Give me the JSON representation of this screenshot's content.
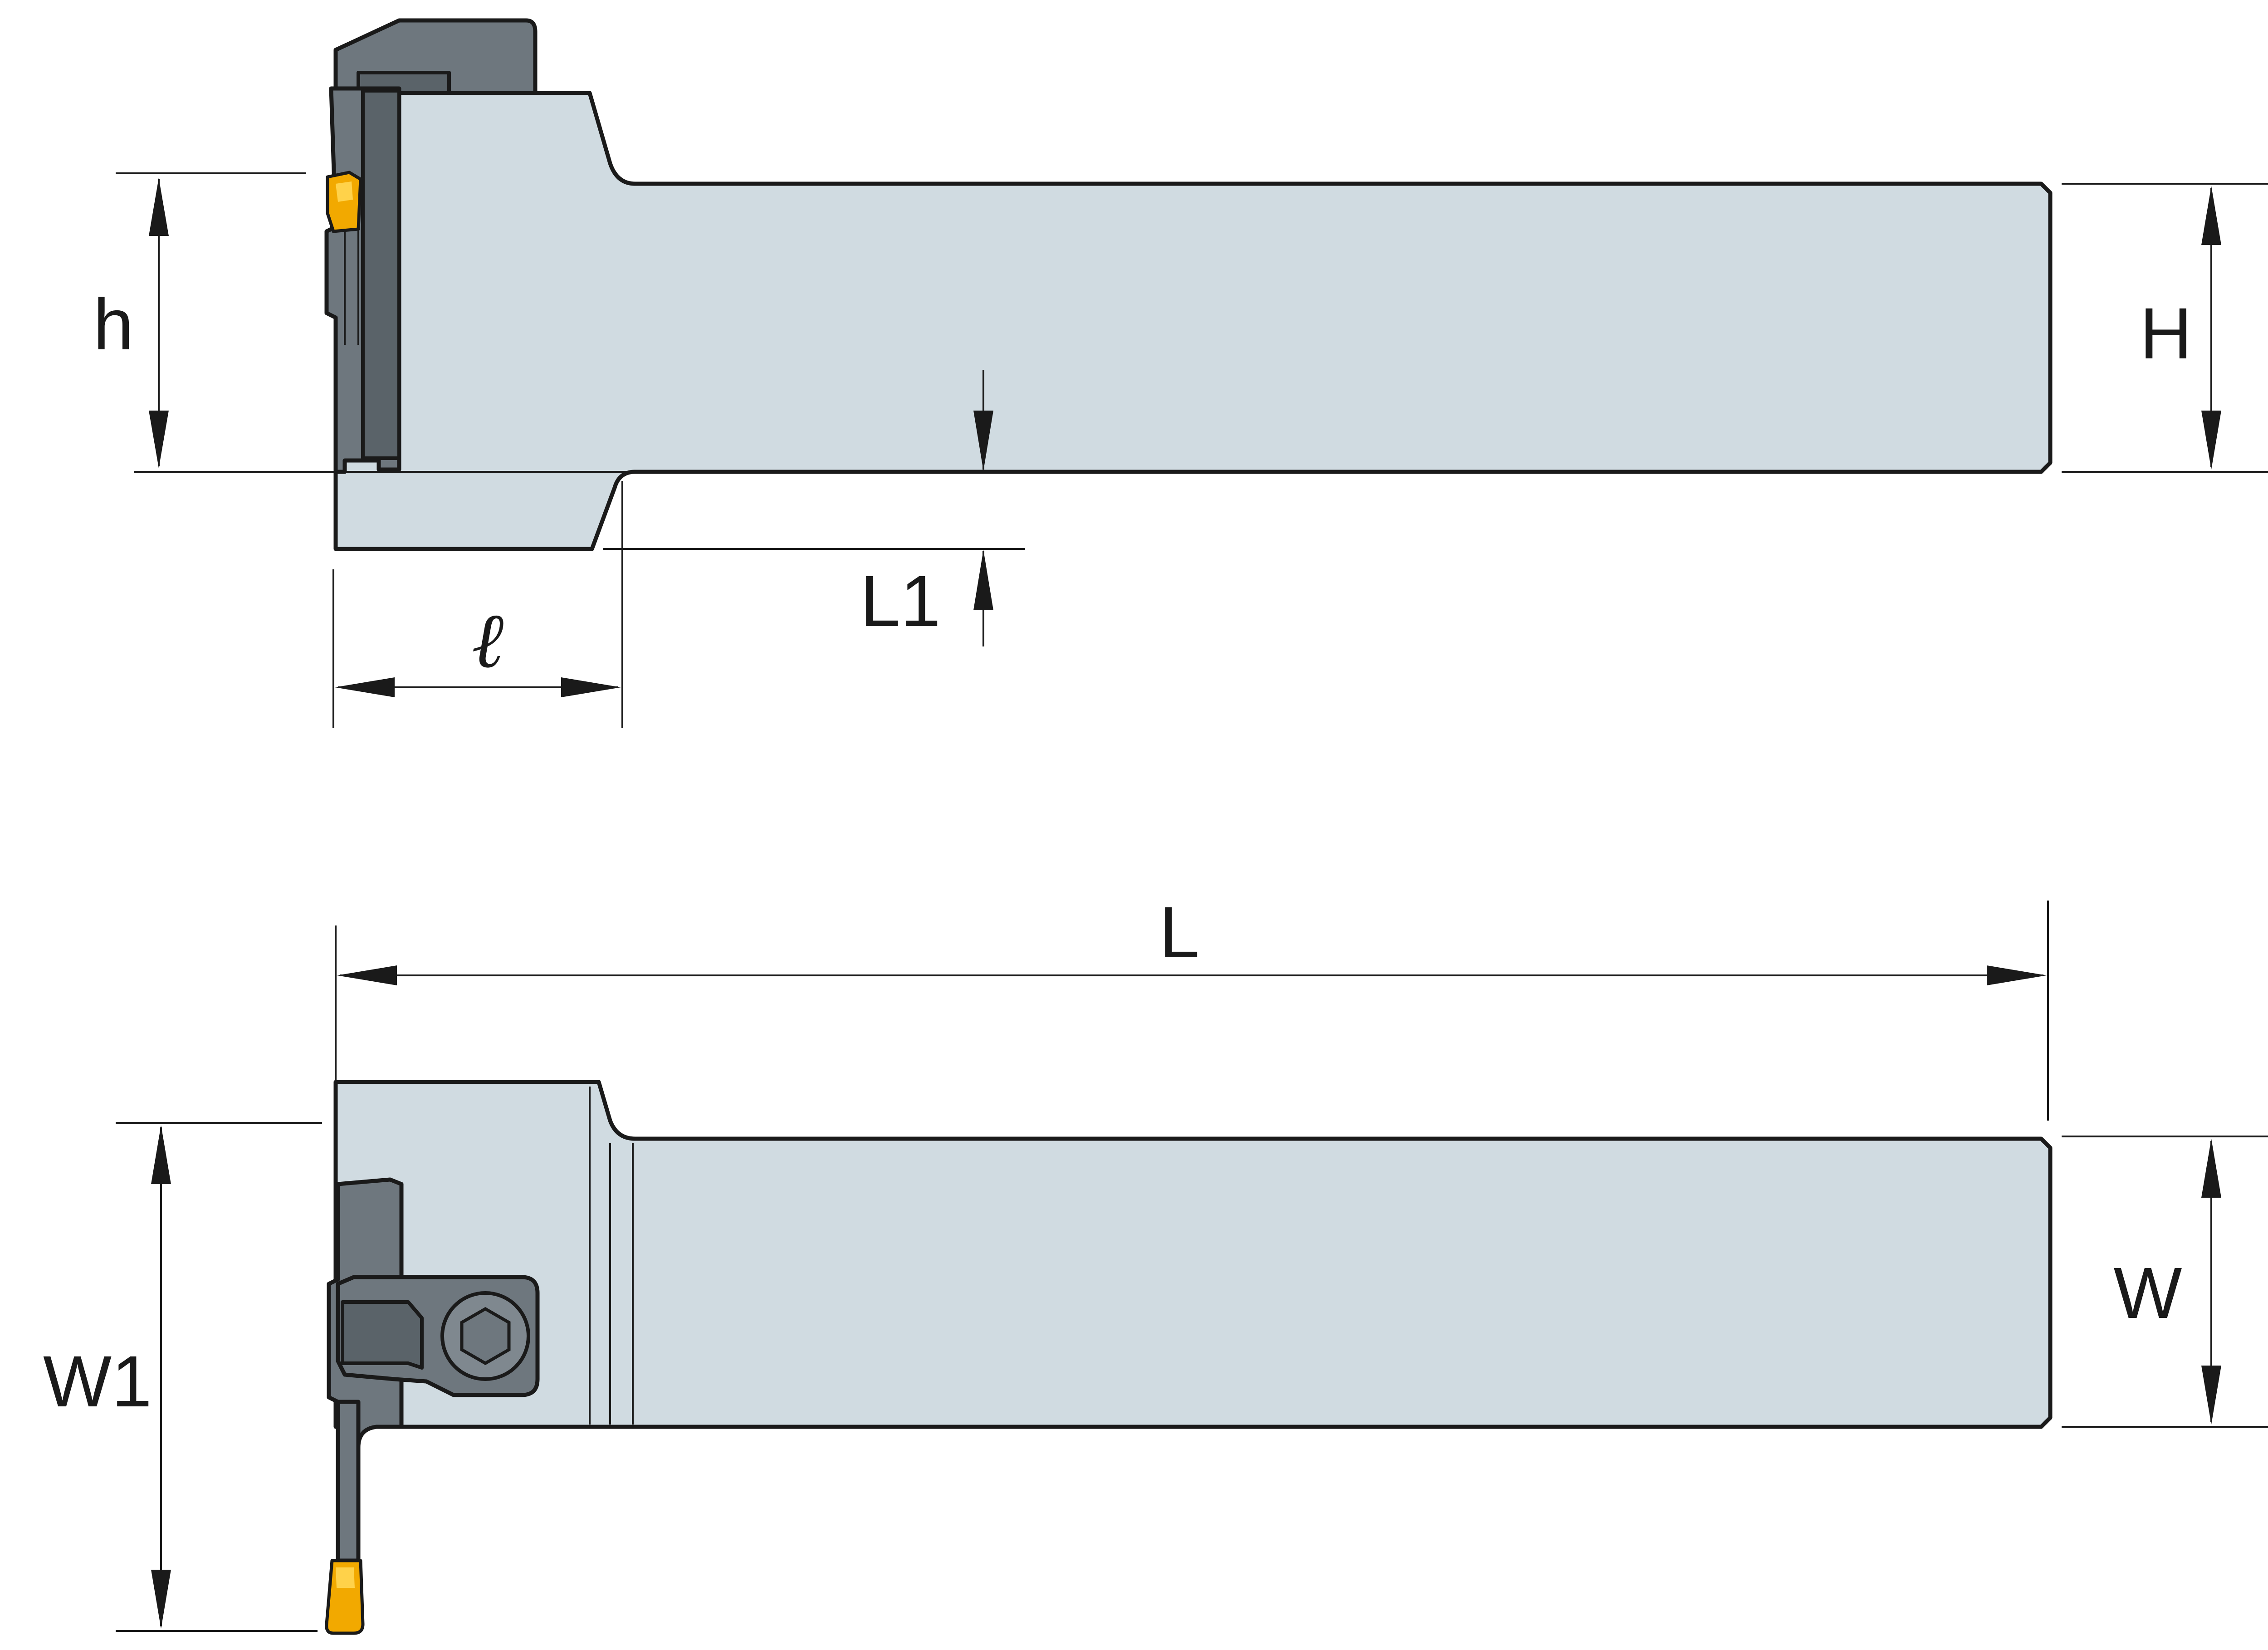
{
  "labels": {
    "h": "h",
    "H": "H",
    "L1": "L1",
    "l": "ℓ",
    "L": "L",
    "W": "W",
    "W1": "W1"
  },
  "colors": {
    "body": "#d0dbe1",
    "head_dark": "#6e777e",
    "insert": "#f2a900",
    "line": "#1a1a1a"
  }
}
